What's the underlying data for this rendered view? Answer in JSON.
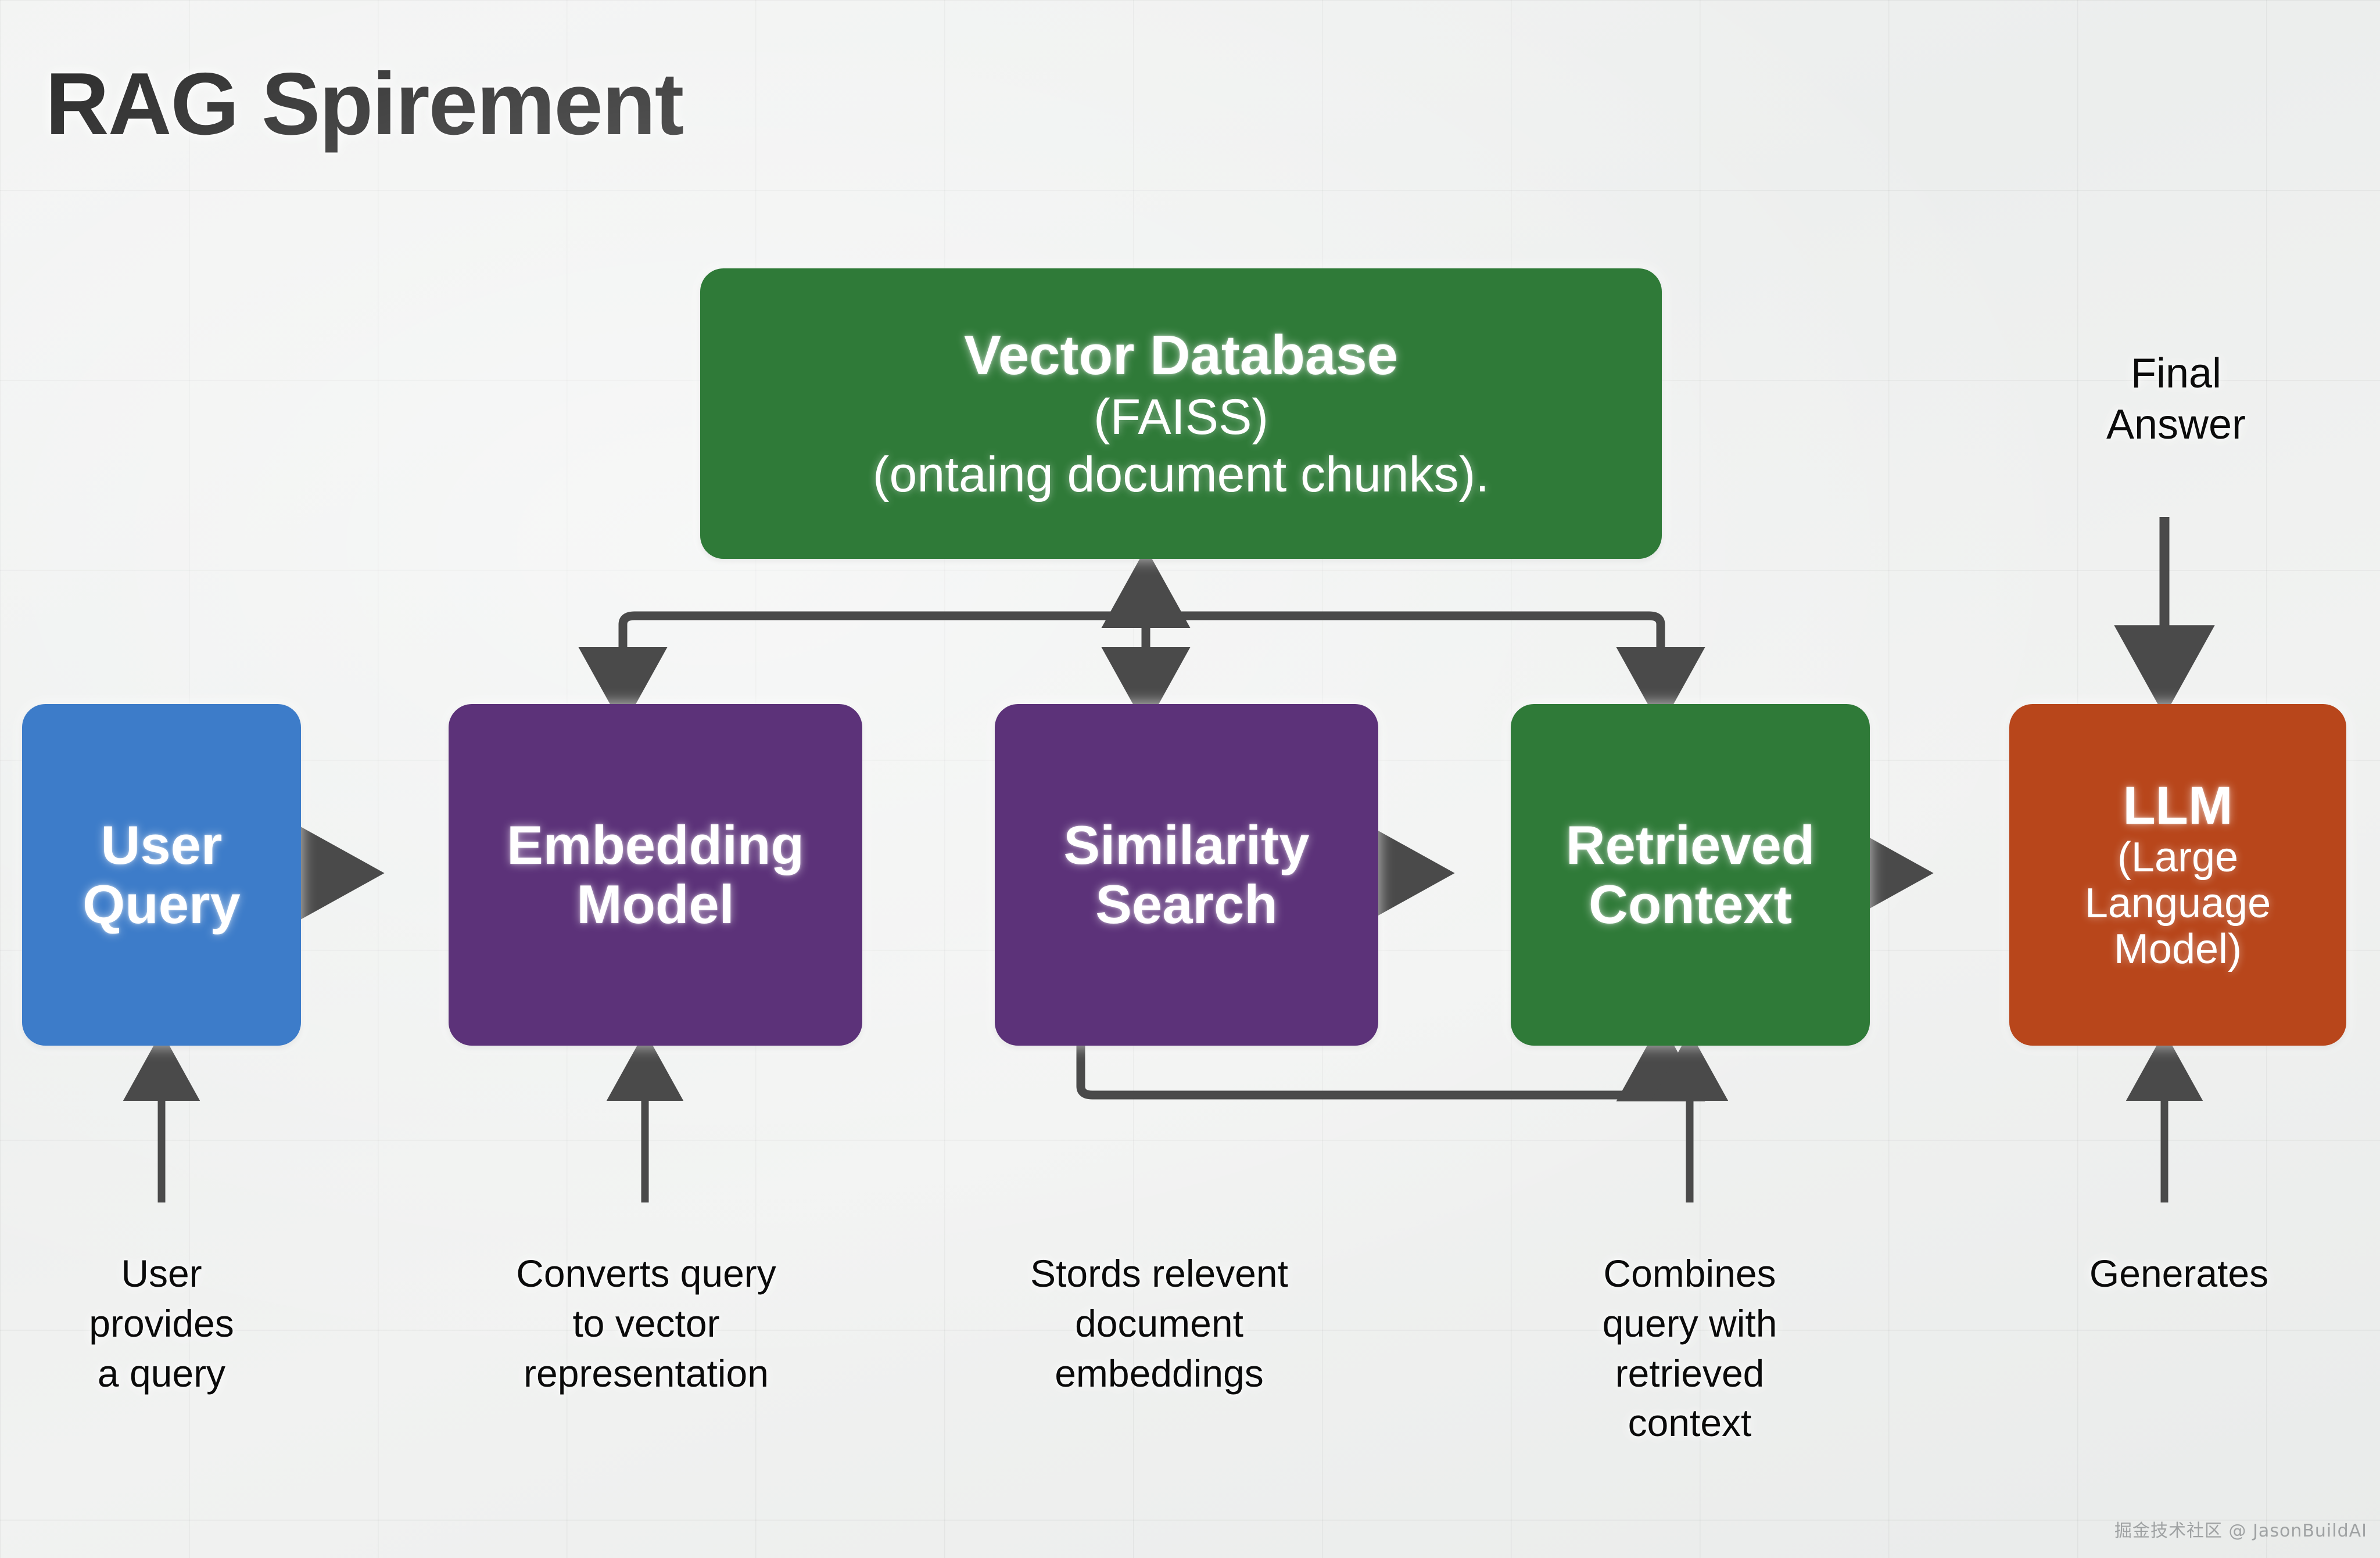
{
  "title": "RAG Spirement",
  "colors": {
    "blue": "#3d7cc9",
    "purple": "#5c3279",
    "green": "#2f7a38",
    "orange": "#b8461b",
    "arrow": "#4a4a4a",
    "background": "#eef0ef",
    "text_dark": "#0a0a0a"
  },
  "nodes": {
    "vector_db": {
      "line1": "Vector Database",
      "line2": "(FAISS)",
      "line3": "(ontaing document chunks).",
      "color": "green"
    },
    "user_query": {
      "line1": "User",
      "line2": "Query",
      "color": "blue"
    },
    "embedding_model": {
      "line1": "Embedding",
      "line2": "Model",
      "color": "purple"
    },
    "similarity_search": {
      "line1": "Similarity",
      "line2": "Search",
      "color": "purple"
    },
    "retrieved_context": {
      "line1": "Retrieved",
      "line2": "Context",
      "color": "green"
    },
    "llm": {
      "line1": "LLM",
      "line2": "(Large",
      "line3": "Language",
      "line4": "Model)",
      "color": "orange"
    }
  },
  "labels": {
    "final_answer": "Final\nAnswer",
    "final_answer_l1": "Final",
    "final_answer_l2": "Answer"
  },
  "captions": {
    "user_query": "User\nprovides\na query",
    "embedding_model": "Converts query\nto vector\nrepresentation",
    "similarity_search": "Stords relevent\ndocument\nembeddings",
    "retrieved_context": "Combines\nquery with\nretrieved\ncontext",
    "llm": "Generates"
  },
  "watermark": "掘金技术社区 @ JasonBuildAI"
}
